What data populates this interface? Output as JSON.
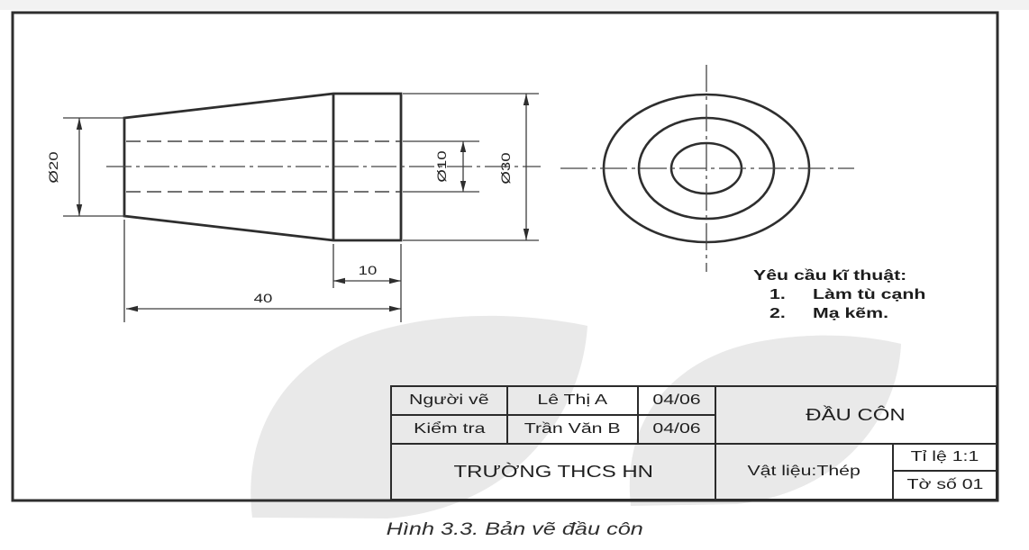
{
  "colors": {
    "line": "#2e2e2e",
    "thin_line": "#3d3d3d",
    "watermark": "#e9e9e9",
    "top_strip": "#f2f2f2"
  },
  "drawing": {
    "dims": {
      "dia20": "Ø20",
      "dia10": "Ø10",
      "dia30": "Ø30",
      "len10": "10",
      "len40": "40"
    },
    "tech_requirements": {
      "title": "Yêu cầu kĩ thuật:",
      "items": [
        {
          "num": "1.",
          "text": "Làm tù cạnh"
        },
        {
          "num": "2.",
          "text": "Mạ kẽm."
        }
      ]
    }
  },
  "title_block": {
    "rows": [
      {
        "label": "Người vẽ",
        "value": "Lê Thị A",
        "date": "04/06"
      },
      {
        "label": "Kiểm tra",
        "value": "Trần Văn B",
        "date": "04/06"
      }
    ],
    "part_name": "ĐẦU CÔN",
    "school": "TRƯỜNG THCS HN",
    "material": "Vật liệu:Thép",
    "scale": "Tỉ lệ 1:1",
    "sheet": "Tờ số 01"
  },
  "caption": "Hình 3.3. Bản vẽ đầu côn"
}
